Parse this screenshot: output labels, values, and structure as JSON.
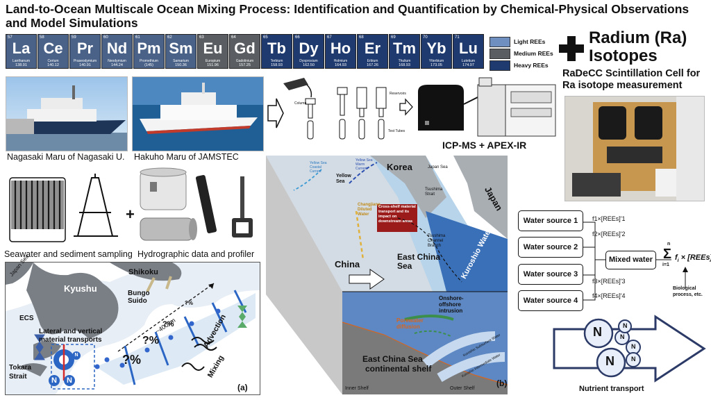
{
  "title": "Land-to-Ocean Multiscale Ocean Mixing Process: Identification and Quantification by Chemical-Physical Observations and Model Simulations",
  "elements": [
    {
      "num": "57",
      "sym": "La",
      "name": "Lanthanum",
      "wt": "138.91",
      "color": "#4a6288"
    },
    {
      "num": "58",
      "sym": "Ce",
      "name": "Cerium",
      "wt": "140.12",
      "color": "#4a6288"
    },
    {
      "num": "59",
      "sym": "Pr",
      "name": "Praseodymium",
      "wt": "140.91",
      "color": "#4a6288"
    },
    {
      "num": "60",
      "sym": "Nd",
      "name": "Neodymium",
      "wt": "144.24",
      "color": "#4a6288"
    },
    {
      "num": "61",
      "sym": "Pm",
      "name": "Promethium",
      "wt": "(145)",
      "color": "#4a6288"
    },
    {
      "num": "62",
      "sym": "Sm",
      "name": "Samarium",
      "wt": "150.36",
      "color": "#4a6288"
    },
    {
      "num": "63",
      "sym": "Eu",
      "name": "Europium",
      "wt": "151.96",
      "color": "#5a5e62"
    },
    {
      "num": "64",
      "sym": "Gd",
      "name": "Gadolinium",
      "wt": "157.25",
      "color": "#5a5e62"
    },
    {
      "num": "65",
      "sym": "Tb",
      "name": "Terbium",
      "wt": "158.93",
      "color": "#1f3a6e"
    },
    {
      "num": "66",
      "sym": "Dy",
      "name": "Dysprosium",
      "wt": "162.50",
      "color": "#1f3a6e"
    },
    {
      "num": "67",
      "sym": "Ho",
      "name": "Holmium",
      "wt": "164.93",
      "color": "#1f3a6e"
    },
    {
      "num": "68",
      "sym": "Er",
      "name": "Erbium",
      "wt": "167.26",
      "color": "#1f3a6e"
    },
    {
      "num": "69",
      "sym": "Tm",
      "name": "Thulium",
      "wt": "168.93",
      "color": "#1f3a6e"
    },
    {
      "num": "70",
      "sym": "Yb",
      "name": "Ytterbium",
      "wt": "173.05",
      "color": "#1f3a6e"
    },
    {
      "num": "71",
      "sym": "Lu",
      "name": "Lutetium",
      "wt": "174.97",
      "color": "#1f3a6e"
    }
  ],
  "legend": [
    {
      "label": "Light REEs",
      "color": "#6f8fc0"
    },
    {
      "label": "Medium REEs",
      "color": "#5a5e62"
    },
    {
      "label": "Heavy REEs",
      "color": "#1f3a6e"
    }
  ],
  "radium": {
    "line1": "Radium (Ra)",
    "line2": "Isotopes"
  },
  "radecc": "RaDeCC Scintillation Cell for Ra isotope measurement",
  "captions": {
    "nagasaki": "Nagasaki Maru of Nagasaki U.",
    "hakuho": "Hakuho Maru of JAMSTEC",
    "icpms": "ICP-MS + APEX-IR",
    "sampling": "Seawater and sediment sampling",
    "hydro": "Hydrographic data and profiler",
    "plus": "+"
  },
  "columns": {
    "reservoirs": "Reservoirs",
    "test_tubes": "Test Tubes",
    "column": "Column"
  },
  "panel_a": {
    "japan_sea": "Japan Sea",
    "kyushu": "Kyushu",
    "shikoku": "Shikoku",
    "bungo": "Bungo\nSuido",
    "ecs": "ECS",
    "lateral1": "Lateral and vertical",
    "lateral2": "material transports",
    "tokara1": "Tokara",
    "tokara2": "Strait",
    "distance": "~400km",
    "q1": "?%",
    "q2": "?%",
    "q3": "?%",
    "q4": "?%",
    "advection": "Advection",
    "mixing": "Mixing",
    "n": "N",
    "label": "(a)"
  },
  "panel_b": {
    "korea": "Korea",
    "japan": "Japan",
    "yellow_sea": "Yellow\nSea",
    "china": "China",
    "ecs": "East China\nSea",
    "kuroshio": "Kuroshio Water",
    "changjiang": "Changjiang\nDiluted\nWater",
    "cross_shelf": "Cross-shelf material transport and its impact on downstream areas",
    "tsushima_strait": "Tsushima\nStrait",
    "tsushima_branch": "Tsushima\nChannel\nBranch",
    "ycwc": "Yellow Sea Coastal Current",
    "ywc": "Yellow Sea Warm Current",
    "japan_sea": "Japan Sea",
    "onshore": "Onshore-\noffshore\nintrusion",
    "porewater": "Porewater\ndiffusion",
    "shelf1": "East China Sea",
    "shelf2": "continental shelf",
    "kuroshio_sub": "Kuroshio Subsurface Water",
    "kuroshio_int": "Kuroshio Intermediate Water",
    "inner": "Inner Shelf",
    "outer": "Outer Shelf",
    "label": "(b)"
  },
  "mixing": {
    "sources": [
      "Water source 1",
      "Water source 2",
      "Water source 3",
      "Water source 4"
    ],
    "terms": [
      "f1×[REEs]'1",
      "f2×[REEs]'2",
      "f3×[REEs]'3",
      "f4×[REEs]'4"
    ],
    "mixed": "Mixed water",
    "sum_top": "n",
    "sum_bottom": "i=1",
    "formula": "f",
    "bio1": "Biological",
    "bio2": "process, etc."
  },
  "nutrient": {
    "label": "Nutrient transport",
    "n": "N"
  }
}
